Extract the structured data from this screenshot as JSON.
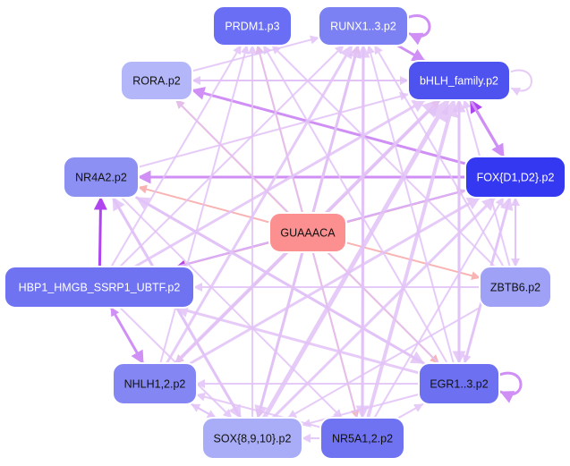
{
  "diagram": {
    "center": {
      "id": "motif",
      "label": "GUAAACA",
      "color": "#fc8f8f",
      "text_color": "#111111"
    },
    "nodes": [
      {
        "id": "prdm1",
        "label": "PRDM1.p3",
        "color": "#6a6ef5",
        "text_color": "#ffffff"
      },
      {
        "id": "runx",
        "label": "RUNX1..3.p2",
        "color": "#7b81f2",
        "text_color": "#ffffff"
      },
      {
        "id": "rora",
        "label": "RORA.p2",
        "color": "#b3b6f8",
        "text_color": "#111111"
      },
      {
        "id": "bhlh",
        "label": "bHLH_family.p2",
        "color": "#4e52ee",
        "text_color": "#ffffff"
      },
      {
        "id": "nr4a2",
        "label": "NR4A2.p2",
        "color": "#8d90f3",
        "text_color": "#111111"
      },
      {
        "id": "fox",
        "label": "FOX{D1,D2}.p2",
        "color": "#3438f0",
        "text_color": "#ffffff"
      },
      {
        "id": "hbp1",
        "label": "HBP1_HMGB_SSRP1_UBTF.p2",
        "color": "#6f73f2",
        "text_color": "#ffffff"
      },
      {
        "id": "zbtb6",
        "label": "ZBTB6.p2",
        "color": "#9ea1f5",
        "text_color": "#111111"
      },
      {
        "id": "nhlh",
        "label": "NHLH1,2.p2",
        "color": "#8487f3",
        "text_color": "#111111"
      },
      {
        "id": "egr",
        "label": "EGR1..3.p2",
        "color": "#6d71f1",
        "text_color": "#111111"
      },
      {
        "id": "sox",
        "label": "SOX{8,9,10}.p2",
        "color": "#a9acf6",
        "text_color": "#111111"
      },
      {
        "id": "nr5a",
        "label": "NR5A1,2.p2",
        "color": "#6f73f1",
        "text_color": "#111111"
      }
    ],
    "edge_colors": {
      "from_motif": "#f9b3b3",
      "light": "#e2c2f7",
      "medium": "#cf8ff5",
      "strong": "#b044f0"
    },
    "edges": [
      {
        "from": "motif",
        "to": "prdm1",
        "tone": "from_motif",
        "weight": 2
      },
      {
        "from": "motif",
        "to": "runx",
        "tone": "from_motif",
        "weight": 2
      },
      {
        "from": "motif",
        "to": "rora",
        "tone": "from_motif",
        "weight": 2
      },
      {
        "from": "motif",
        "to": "bhlh",
        "tone": "from_motif",
        "weight": 2
      },
      {
        "from": "motif",
        "to": "nr4a2",
        "tone": "from_motif",
        "weight": 2
      },
      {
        "from": "motif",
        "to": "fox",
        "tone": "from_motif",
        "weight": 2
      },
      {
        "from": "motif",
        "to": "hbp1",
        "tone": "from_motif",
        "weight": 2
      },
      {
        "from": "motif",
        "to": "zbtb6",
        "tone": "from_motif",
        "weight": 2
      },
      {
        "from": "motif",
        "to": "nhlh",
        "tone": "from_motif",
        "weight": 2
      },
      {
        "from": "motif",
        "to": "egr",
        "tone": "from_motif",
        "weight": 2
      },
      {
        "from": "motif",
        "to": "sox",
        "tone": "from_motif",
        "weight": 2
      },
      {
        "from": "motif",
        "to": "nr5a",
        "tone": "from_motif",
        "weight": 2
      },
      {
        "from": "runx",
        "to": "runx",
        "tone": "medium",
        "weight": 3,
        "loop": true
      },
      {
        "from": "bhlh",
        "to": "bhlh",
        "tone": "light",
        "weight": 2,
        "loop": true
      },
      {
        "from": "egr",
        "to": "egr",
        "tone": "medium",
        "weight": 3,
        "loop": true
      },
      {
        "from": "fox",
        "to": "bhlh",
        "tone": "strong",
        "weight": 3
      },
      {
        "from": "fox",
        "to": "rora",
        "tone": "medium",
        "weight": 3
      },
      {
        "from": "fox",
        "to": "nr4a2",
        "tone": "medium",
        "weight": 3
      },
      {
        "from": "fox",
        "to": "hbp1",
        "tone": "strong",
        "weight": 2
      },
      {
        "from": "hbp1",
        "to": "nr4a2",
        "tone": "strong",
        "weight": 3
      },
      {
        "from": "hbp1",
        "to": "nhlh",
        "tone": "medium",
        "weight": 3
      },
      {
        "from": "nhlh",
        "to": "hbp1",
        "tone": "medium",
        "weight": 2
      },
      {
        "from": "runx",
        "to": "bhlh",
        "tone": "medium",
        "weight": 3
      },
      {
        "from": "rora",
        "to": "runx",
        "tone": "light",
        "weight": 2
      },
      {
        "from": "zbtb6",
        "to": "fox",
        "tone": "light",
        "weight": 2
      },
      {
        "from": "zbtb6",
        "to": "bhlh",
        "tone": "light",
        "weight": 2
      },
      {
        "from": "zbtb6",
        "to": "runx",
        "tone": "light",
        "weight": 2
      },
      {
        "from": "zbtb6",
        "to": "hbp1",
        "tone": "light",
        "weight": 2
      },
      {
        "from": "zbtb6",
        "to": "sox",
        "tone": "light",
        "weight": 2
      },
      {
        "from": "zbtb6",
        "to": "prdm1",
        "tone": "light",
        "weight": 2
      },
      {
        "from": "egr",
        "to": "bhlh",
        "tone": "light",
        "weight": 3
      },
      {
        "from": "egr",
        "to": "fox",
        "tone": "light",
        "weight": 3
      },
      {
        "from": "egr",
        "to": "runx",
        "tone": "light",
        "weight": 2
      },
      {
        "from": "egr",
        "to": "nhlh",
        "tone": "light",
        "weight": 2
      },
      {
        "from": "egr",
        "to": "sox",
        "tone": "light",
        "weight": 2
      },
      {
        "from": "egr",
        "to": "hbp1",
        "tone": "light",
        "weight": 3
      },
      {
        "from": "egr",
        "to": "nr4a2",
        "tone": "light",
        "weight": 3
      },
      {
        "from": "egr",
        "to": "rora",
        "tone": "light",
        "weight": 2
      },
      {
        "from": "egr",
        "to": "prdm1",
        "tone": "light",
        "weight": 2
      },
      {
        "from": "nr5a",
        "to": "sox",
        "tone": "light",
        "weight": 2
      },
      {
        "from": "nr5a",
        "to": "egr",
        "tone": "light",
        "weight": 2
      },
      {
        "from": "nr5a",
        "to": "bhlh",
        "tone": "light",
        "weight": 4
      },
      {
        "from": "nr5a",
        "to": "runx",
        "tone": "light",
        "weight": 3
      },
      {
        "from": "nr5a",
        "to": "fox",
        "tone": "light",
        "weight": 2
      },
      {
        "from": "nr5a",
        "to": "nhlh",
        "tone": "light",
        "weight": 2
      },
      {
        "from": "nr5a",
        "to": "prdm1",
        "tone": "light",
        "weight": 2
      },
      {
        "from": "sox",
        "to": "bhlh",
        "tone": "light",
        "weight": 5
      },
      {
        "from": "sox",
        "to": "runx",
        "tone": "light",
        "weight": 3
      },
      {
        "from": "sox",
        "to": "nhlh",
        "tone": "light",
        "weight": 2
      },
      {
        "from": "sox",
        "to": "fox",
        "tone": "light",
        "weight": 3
      },
      {
        "from": "sox",
        "to": "nr4a2",
        "tone": "light",
        "weight": 3
      },
      {
        "from": "sox",
        "to": "prdm1",
        "tone": "light",
        "weight": 2
      },
      {
        "from": "nhlh",
        "to": "bhlh",
        "tone": "light",
        "weight": 4
      },
      {
        "from": "nhlh",
        "to": "runx",
        "tone": "light",
        "weight": 3
      },
      {
        "from": "nhlh",
        "to": "fox",
        "tone": "light",
        "weight": 3
      },
      {
        "from": "nhlh",
        "to": "prdm1",
        "tone": "light",
        "weight": 2
      },
      {
        "from": "nhlh",
        "to": "sox",
        "tone": "light",
        "weight": 2
      },
      {
        "from": "hbp1",
        "to": "bhlh",
        "tone": "light",
        "weight": 3
      },
      {
        "from": "hbp1",
        "to": "runx",
        "tone": "light",
        "weight": 2
      },
      {
        "from": "hbp1",
        "to": "prdm1",
        "tone": "light",
        "weight": 2
      },
      {
        "from": "hbp1",
        "to": "fox",
        "tone": "light",
        "weight": 2
      },
      {
        "from": "hbp1",
        "to": "sox",
        "tone": "light",
        "weight": 2
      },
      {
        "from": "nr4a2",
        "to": "bhlh",
        "tone": "light",
        "weight": 2
      },
      {
        "from": "nr4a2",
        "to": "sox",
        "tone": "light",
        "weight": 3
      },
      {
        "from": "nr4a2",
        "to": "egr",
        "tone": "light",
        "weight": 3
      },
      {
        "from": "nr4a2",
        "to": "nr5a",
        "tone": "light",
        "weight": 2
      },
      {
        "from": "rora",
        "to": "bhlh",
        "tone": "light",
        "weight": 2
      },
      {
        "from": "bhlh",
        "to": "rora",
        "tone": "light",
        "weight": 2
      },
      {
        "from": "runx",
        "to": "sox",
        "tone": "light",
        "weight": 3
      },
      {
        "from": "runx",
        "to": "nr5a",
        "tone": "light",
        "weight": 3
      },
      {
        "from": "bhlh",
        "to": "nhlh",
        "tone": "light",
        "weight": 2
      },
      {
        "from": "bhlh",
        "to": "egr",
        "tone": "light",
        "weight": 3
      },
      {
        "from": "bhlh",
        "to": "fox",
        "tone": "medium",
        "weight": 3
      },
      {
        "from": "fox",
        "to": "zbtb6",
        "tone": "light",
        "weight": 2
      },
      {
        "from": "fox",
        "to": "egr",
        "tone": "light",
        "weight": 2
      }
    ]
  }
}
